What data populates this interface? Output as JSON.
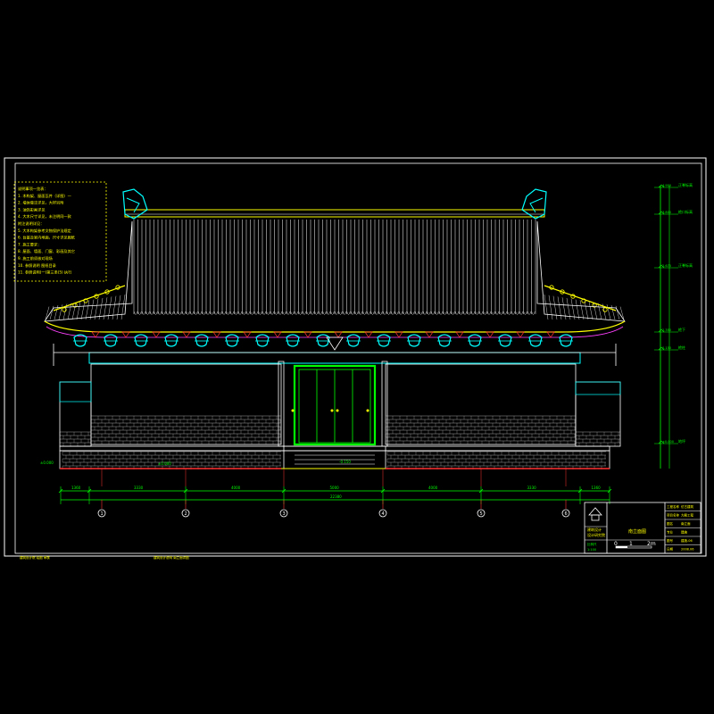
{
  "notes": {
    "lines": [
      "说明事项一览表：",
      "1. 木构架、屋面瓦件（详图）一",
      "2. 墙体做法详见，大样另附",
      "3. 油饰彩画详见",
      "4. 大木尺寸详见，未注明同一款",
      "附注说明详见：",
      "5. 大木构架参考文物保护法规定",
      "6. 台基及室内地面，尺寸详见图纸",
      "7. 施工要求：",
      "8. 屋面、墙面、门窗、彩画及其它",
      "9. 施工前须核对现场",
      "10. 参照说明 图纸目录",
      "11. 参照说明(一)第三条(5) 执行"
    ]
  },
  "elevation_marks": {
    "labels": [
      "正脊标高",
      "檐口标高",
      "正脊标高",
      "檐下",
      "檐柱",
      "地坪"
    ],
    "dims": [
      "4.950",
      "3.800",
      "2.670",
      "2.350",
      "0.150",
      "±0.000"
    ]
  },
  "dimensions": {
    "segments": [
      "1360",
      "3330",
      "4000",
      "5000",
      "4000",
      "3330",
      "1360"
    ],
    "total": "22380"
  },
  "axes": [
    "1",
    "2",
    "3",
    "4",
    "5",
    "6"
  ],
  "ground_levels": [
    "±0.000",
    "±0.000",
    "-0.150"
  ],
  "title_block": {
    "logo_text": "建筑设计",
    "company": "设计研究院",
    "drawing_title": "南立面图",
    "scale_label": "比例尺",
    "scale_value": "1:100",
    "scale_marks": [
      "0",
      "1",
      "2m"
    ],
    "fields": [
      "工程名称",
      "项目名称",
      "图名",
      "专业",
      "图号",
      "日期"
    ],
    "values": [
      "仿古建筑",
      "大殿工程",
      "南立面",
      "建施",
      "建施-06",
      "2008.06"
    ]
  },
  "footer": {
    "left": "建筑设计院 绘图  审核",
    "center": "建筑设计说明  南立面详图"
  },
  "colors": {
    "frame": "#ffffff",
    "yellow": "#ffff00",
    "cyan": "#00ffff",
    "red": "#ff3030",
    "green": "#00ff00",
    "magenta": "#ff40ff",
    "brick": "#a0a0a0"
  }
}
